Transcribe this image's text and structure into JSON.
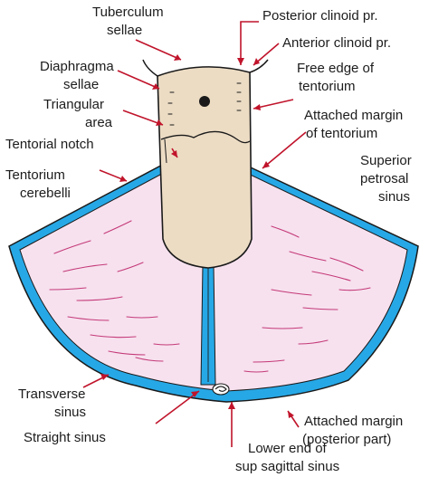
{
  "figure": {
    "colors": {
      "tentorium_fill": "#f7e1ef",
      "sinus_blue": "#27a8e6",
      "outline": "#1a1a1a",
      "brain_fill": "#ecdcc4",
      "leader_red": "#c0142b",
      "hatch_red": "#c43a78"
    },
    "labels": {
      "tuberculum_sellae_l1": "Tuberculum",
      "tuberculum_sellae_l2": "sellae",
      "diaphragma_sellae_l1": "Diaphragma",
      "diaphragma_sellae_l2": "sellae",
      "triangular_area_l1": "Triangular",
      "triangular_area_l2": "area",
      "tentorial_notch": "Tentorial notch",
      "tentorium_cerebelli_l1": "Tentorium",
      "tentorium_cerebelli_l2": "cerebelli",
      "posterior_clinoid": "Posterior clinoid pr.",
      "anterior_clinoid": "Anterior clinoid pr.",
      "free_edge_l1": "Free edge of",
      "free_edge_l2": "tentorium",
      "attached_margin_l1": "Attached margin",
      "attached_margin_l2": "of tentorium",
      "superior_petrosal_l1": "Superior",
      "superior_petrosal_l2": "petrosal",
      "superior_petrosal_l3": "sinus",
      "transverse_sinus_l1": "Transverse",
      "transverse_sinus_l2": "sinus",
      "straight_sinus": "Straight sinus",
      "attached_posterior_l1": "Attached margin",
      "attached_posterior_l2": "(posterior part)",
      "lower_end_l1": "Lower end of",
      "lower_end_l2": "sup sagittal sinus"
    }
  }
}
